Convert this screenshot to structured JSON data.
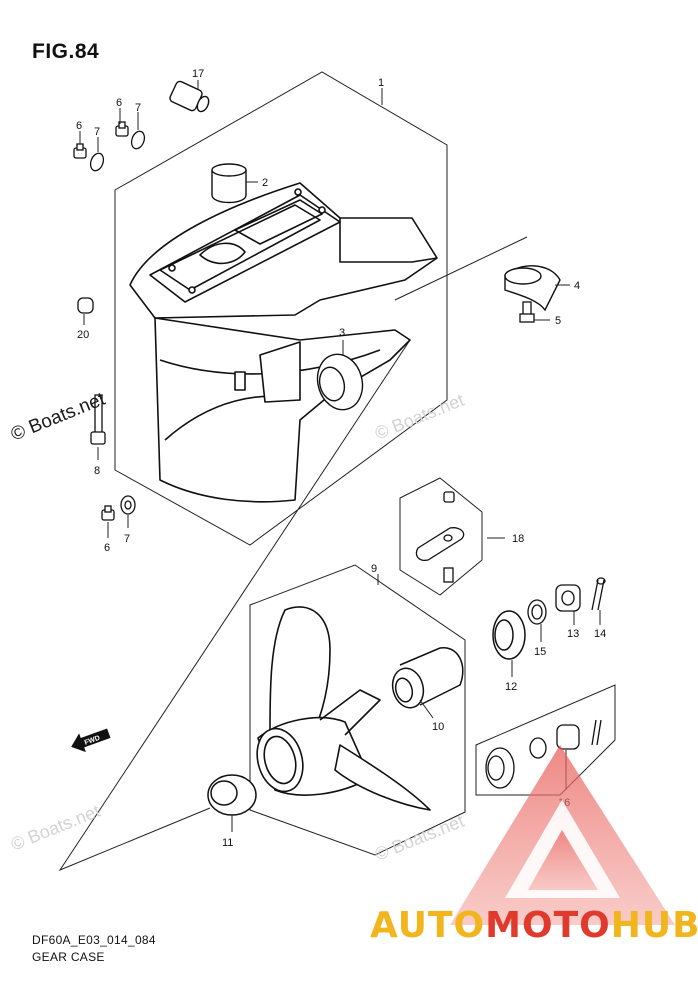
{
  "figure": {
    "title": "FIG.84"
  },
  "footer": {
    "code": "DF60A_E03_014_084",
    "caption": "GEAR CASE"
  },
  "watermarks": {
    "dark": "© Boats.net",
    "light": "© Boats.net"
  },
  "brand": {
    "part1": "AUTO",
    "part2": "MOTO",
    "part3": "HUB",
    "colors": {
      "yellow": "#f2b51e",
      "red": "#e03a2c"
    }
  },
  "arrow_label": "FWD",
  "callouts": [
    "1",
    "2",
    "3",
    "4",
    "5",
    "6",
    "7",
    "6",
    "7",
    "8",
    "9",
    "10",
    "11",
    "12",
    "13",
    "14",
    "15",
    "16",
    "17",
    "18",
    "20",
    "6",
    "7"
  ]
}
